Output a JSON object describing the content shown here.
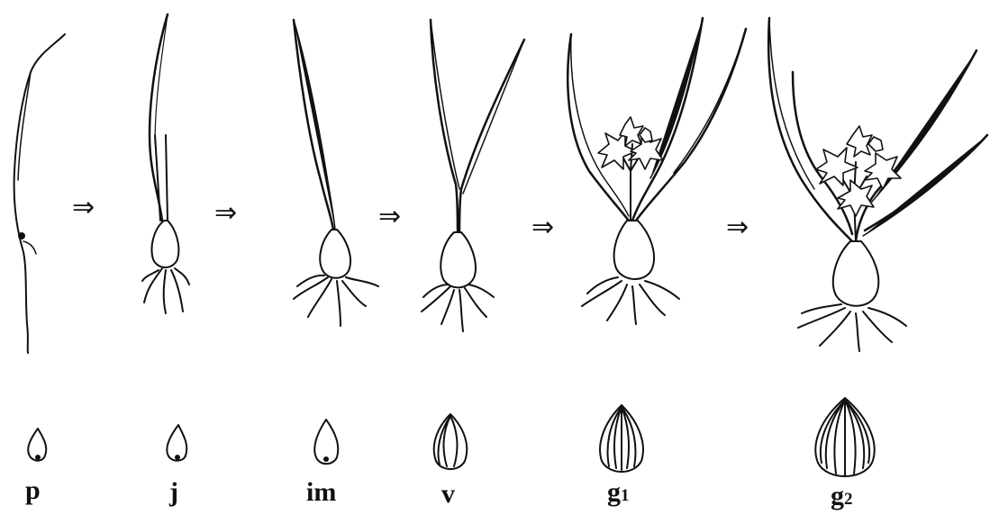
{
  "diagram": {
    "stages": [
      {
        "id": "p",
        "label": "p",
        "sub": ""
      },
      {
        "id": "j",
        "label": "j",
        "sub": ""
      },
      {
        "id": "im",
        "label": "im",
        "sub": ""
      },
      {
        "id": "v",
        "label": "v",
        "sub": ""
      },
      {
        "id": "g1",
        "label": "g",
        "sub": "1"
      },
      {
        "id": "g2",
        "label": "g",
        "sub": "2"
      }
    ],
    "arrows": [
      "⇒",
      "⇒",
      "⇒",
      "⇒",
      "⇒"
    ],
    "colors": {
      "ink": "#111111",
      "fill": "#ffffff"
    }
  }
}
